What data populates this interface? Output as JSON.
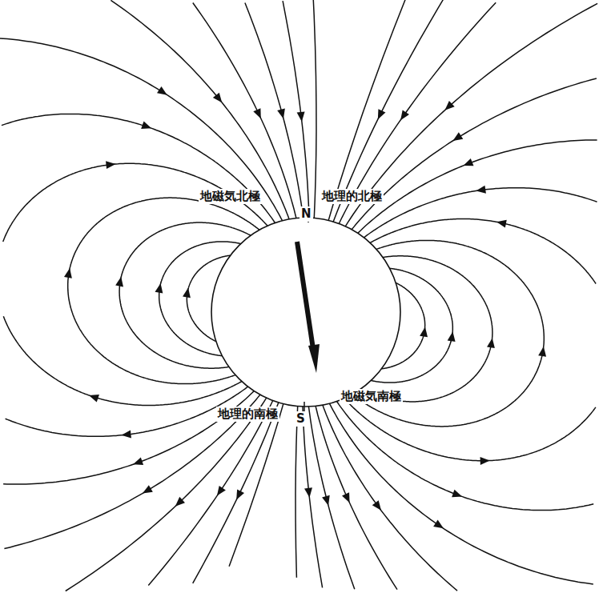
{
  "diagram": {
    "labels": [
      "地磁気北極",
      "N",
      "地理的北極",
      "地理的南極",
      "S",
      "地磁気南極"
    ]
  }
}
